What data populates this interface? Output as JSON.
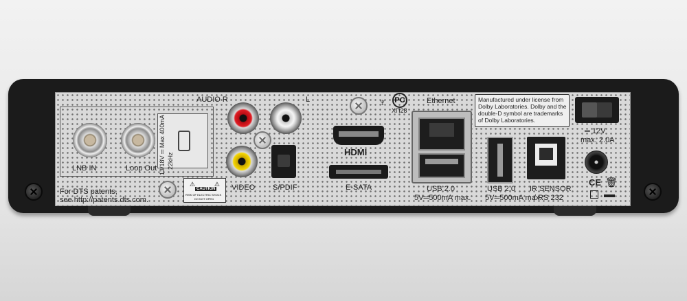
{
  "labels": {
    "lnb_in": "LNB IN",
    "loop_out": "Loop Out",
    "audio_r": "AUDIO R",
    "audio_l": "L",
    "video": "VIDEO",
    "spdif": "S/PDIF",
    "hdmi": "HDMI",
    "esata": "E-SATA",
    "ethernet": "Ethernet",
    "usb_left": "USB 2.0",
    "usb_left_power": "5V═500mA max.",
    "usb_right": "USB 2.0",
    "usb_right_power": "5V═500mA max.",
    "ir_sensor": "IR SENSOR",
    "rs232": "/ RS 232",
    "power_voltage": "═ 12V",
    "power_current": "max. 2.0A",
    "lnb_spec_1": "13/18V ═ Max 400mA",
    "lnb_spec_2": "22kHz",
    "dts_line1": "For DTS patents,",
    "dts_line2": "see http://patents.dts.com.",
    "caution": "CAUTION",
    "caution_line1": "RISK OF ELECTRIC SHOCK",
    "caution_line2": "DO NOT OPEN",
    "cert_code": "ХП28",
    "dolby_line1": "Manufactured under license from",
    "dolby_line2": "Dolby Laboratories. Dolby and the",
    "dolby_line3": "double-D symbol are trademarks",
    "dolby_line4": "of Dolby Laboratories.",
    "ce_mark": "CE"
  },
  "colors": {
    "rca_right": "#d4141c",
    "rca_left": "#f2f2f2",
    "rca_video": "#f2d000",
    "chassis": "#1b1b1b",
    "panel": "#d9d9d9"
  }
}
